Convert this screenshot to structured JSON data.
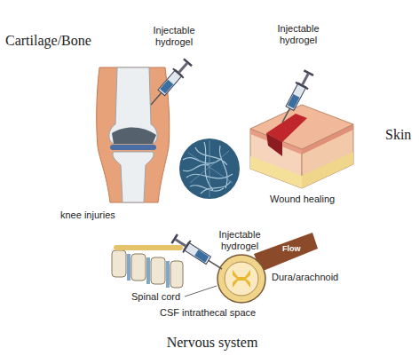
{
  "diagram": {
    "nodes": [
      {
        "text": [
          "Cartilage/Bone",
          "Injectable hydrogel",
          "knee injuries"
        ]
      },
      {
        "text": [
          "Skin",
          "Injectable hydrogel",
          "Wound healing"
        ]
      },
      {
        "text": [
          "Nervous system",
          "Injectable hydrogel",
          "Spinal cord",
          "Dura/arachnoid",
          "CSF intrathecal space"
        ]
      }
    ],
    "labels": [
      "Flow"
    ]
  }
}
